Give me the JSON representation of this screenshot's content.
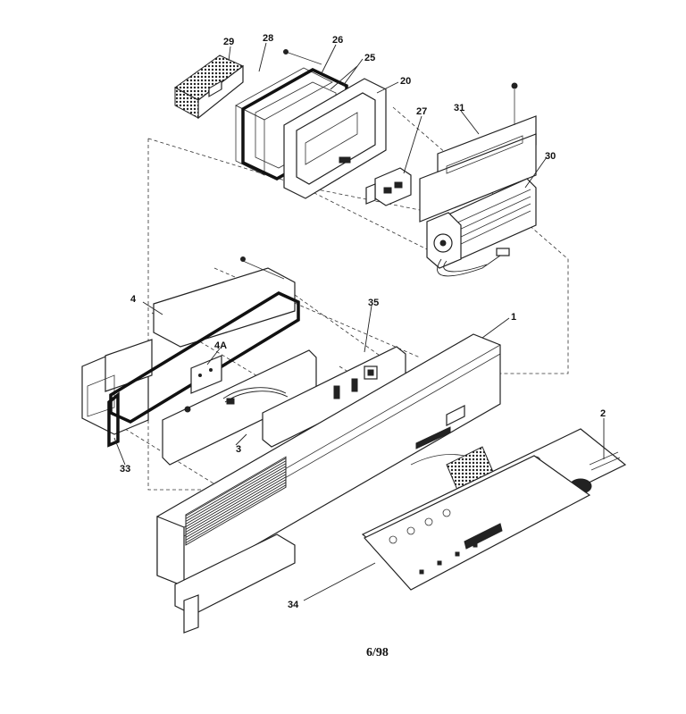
{
  "labels": {
    "p29": "29",
    "p28": "28",
    "p26": "26",
    "p25": "25",
    "p20": "20",
    "p27": "27",
    "p31": "31",
    "p30": "30",
    "p4": "4",
    "p35": "35",
    "p1": "1",
    "p4a": "4A",
    "p3": "3",
    "p33": "33",
    "p2": "2",
    "p34": "34"
  },
  "footer": "6/98",
  "colors": {
    "ink": "#222222",
    "paper": "#ffffff"
  }
}
